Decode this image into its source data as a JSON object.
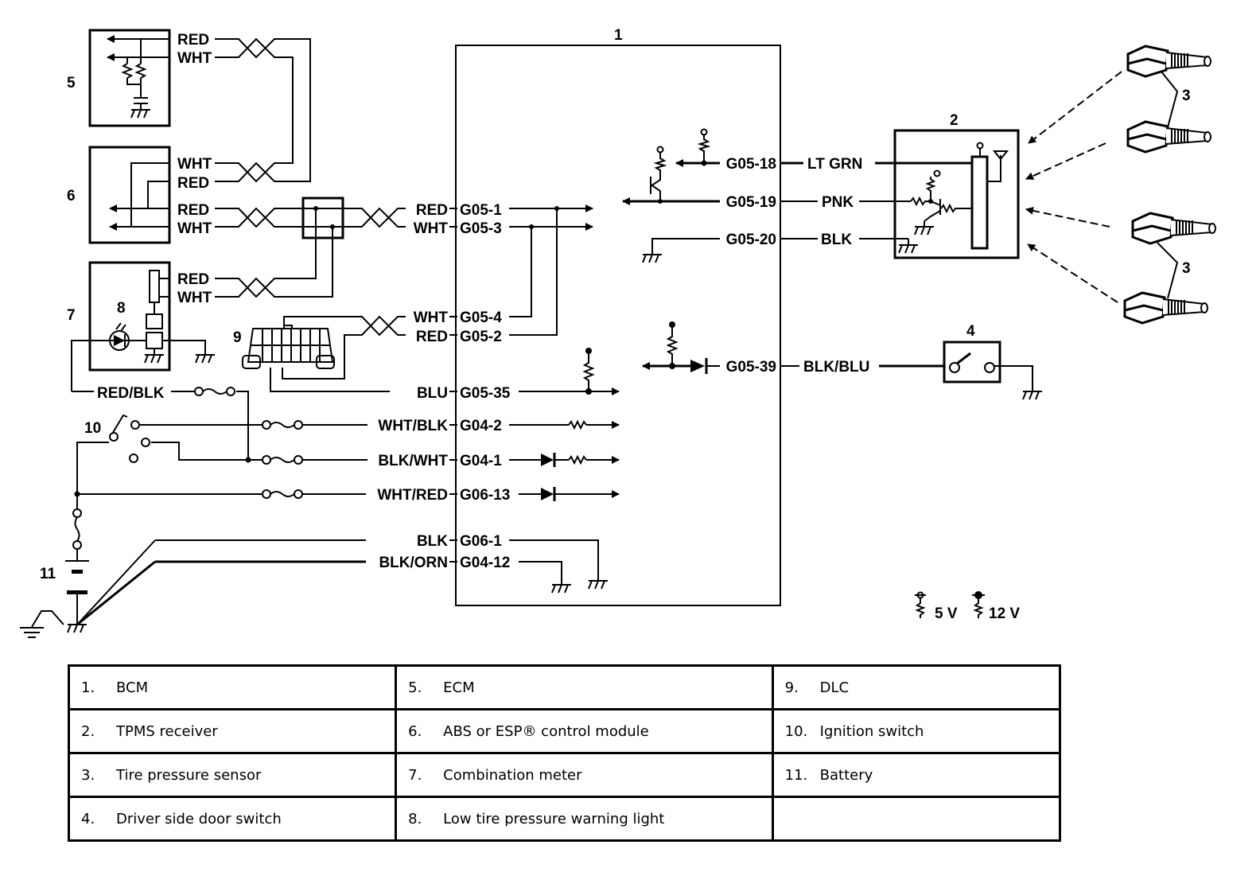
{
  "components": {
    "bcm": "1",
    "receiver": "2",
    "sensor_a": "3",
    "sensor_b": "3",
    "door_switch": "4",
    "ecm": "5",
    "abs": "6",
    "meter": "7",
    "warning_light": "8",
    "dlc": "9",
    "ignition": "10",
    "battery": "11"
  },
  "left_wires": {
    "ecm_red": "RED",
    "ecm_wht": "WHT",
    "abs_wht1": "WHT",
    "abs_red1": "RED",
    "abs_red2": "RED",
    "abs_wht2": "WHT",
    "meter_red": "RED",
    "meter_wht": "WHT",
    "red_blk": "RED/BLK"
  },
  "bcm_left_pins": [
    {
      "wire": "RED",
      "pin": "G05-1"
    },
    {
      "wire": "WHT",
      "pin": "G05-3"
    },
    {
      "wire": "WHT",
      "pin": "G05-4"
    },
    {
      "wire": "RED",
      "pin": "G05-2"
    },
    {
      "wire": "BLU",
      "pin": "G05-35"
    },
    {
      "wire": "WHT/BLK",
      "pin": "G04-2"
    },
    {
      "wire": "BLK/WHT",
      "pin": "G04-1"
    },
    {
      "wire": "WHT/RED",
      "pin": "G06-13"
    },
    {
      "wire": "BLK",
      "pin": "G06-1"
    },
    {
      "wire": "BLK/ORN",
      "pin": "G04-12"
    }
  ],
  "bcm_right_pins": [
    {
      "pin": "G05-18",
      "wire": "LT GRN"
    },
    {
      "pin": "G05-19",
      "wire": "PNK"
    },
    {
      "pin": "G05-20",
      "wire": "BLK"
    },
    {
      "pin": "G05-39",
      "wire": "BLK/BLU"
    }
  ],
  "voltage_legend": {
    "low": "5 V",
    "high": "12 V"
  },
  "legend": [
    [
      {
        "n": "1.",
        "t": "BCM"
      },
      {
        "n": "5.",
        "t": "ECM"
      },
      {
        "n": "9.",
        "t": "DLC"
      }
    ],
    [
      {
        "n": "2.",
        "t": "TPMS receiver"
      },
      {
        "n": "6.",
        "t": "ABS or ESP® control module"
      },
      {
        "n": "10.",
        "t": "Ignition switch"
      }
    ],
    [
      {
        "n": "3.",
        "t": "Tire pressure sensor"
      },
      {
        "n": "7.",
        "t": "Combination meter"
      },
      {
        "n": "11.",
        "t": "Battery"
      }
    ],
    [
      {
        "n": "4.",
        "t": "Driver side door switch"
      },
      {
        "n": "8.",
        "t": "Low tire pressure warning light"
      },
      {
        "n": "",
        "t": ""
      }
    ]
  ]
}
